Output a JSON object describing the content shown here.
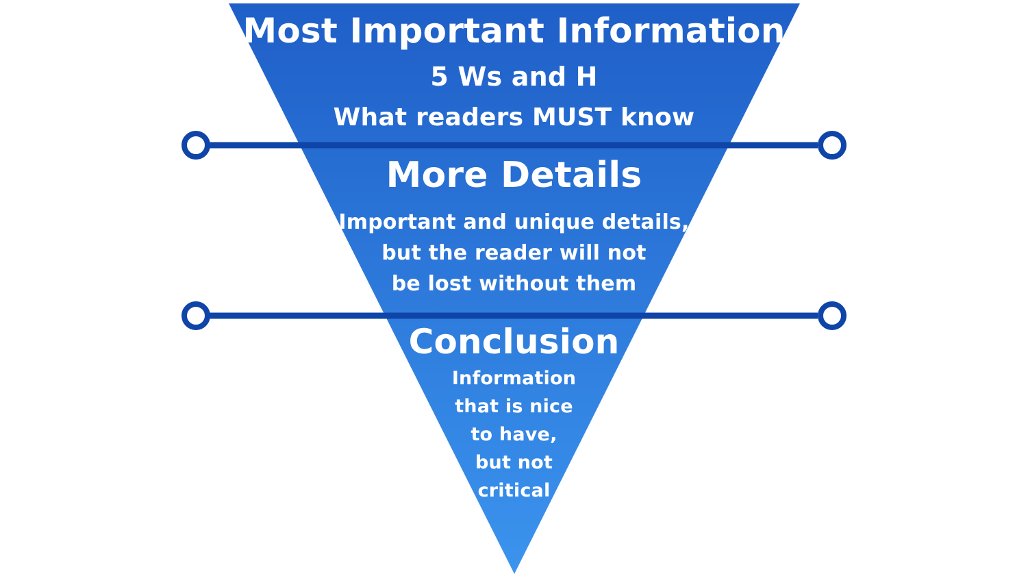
{
  "colors": {
    "triangle_top": "#1f5fc8",
    "triangle_bottom": "#3b94ee",
    "divider_line": "#0f45a8",
    "text": "#ffffff",
    "background": "#ffffff"
  },
  "sections": {
    "top": {
      "title": "Most Important Information",
      "line1": "5 Ws and H",
      "line2": "What readers MUST know"
    },
    "middle": {
      "title": "More Details",
      "line1": "Important and unique details,",
      "line2": "but the reader will not",
      "line3": "be lost without them"
    },
    "bottom": {
      "title": "Conclusion",
      "line1": "Information",
      "line2": "that is nice",
      "line3": "to have,",
      "line4": "but not",
      "line5": "critical"
    }
  }
}
